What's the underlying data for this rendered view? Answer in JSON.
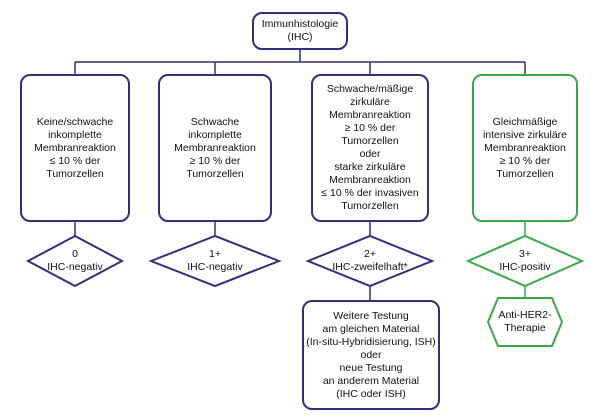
{
  "root": {
    "text": "Immunhistologie\n(IHC)"
  },
  "categories": [
    {
      "text": "Keine/schwache\ninkomplette\nMembranreaktion\n≤ 10 % der\nTumorzellen",
      "score": "0\nIHC-negativ",
      "color": "#2e2f7e"
    },
    {
      "text": "Schwache\ninkomplette\nMembranreaktion\n≥ 10 % der\nTumorzellen",
      "score": "1+\nIHC-negativ",
      "color": "#2e2f7e"
    },
    {
      "text": "Schwache/mäßige\nzirkuläre\nMembranreaktion\n≥ 10 % der\nTumorzellen\noder\nstarke zirkuläre\nMembranreaktion\n≤ 10 % der invasiven\nTumorzellen",
      "score": "2+\nIHC-zweifelhaft*",
      "color": "#2e2f7e"
    },
    {
      "text": "Gleichmäßige\nintensive zirkuläre\nMembranreaktion\n≥ 10 % der\nTumorzellen",
      "score": "3+\nIHC-positiv",
      "color": "#3aa84a"
    }
  ],
  "further_testing": {
    "text": "Weitere Testung\nam gleichen Material\n(In-situ-Hybridisierung, ISH)\noder\nneue Testung\nan anderem Material\n(IHC oder ISH)"
  },
  "therapy": {
    "text": "Anti-HER2-\nTherapie",
    "color": "#3aa84a"
  }
}
